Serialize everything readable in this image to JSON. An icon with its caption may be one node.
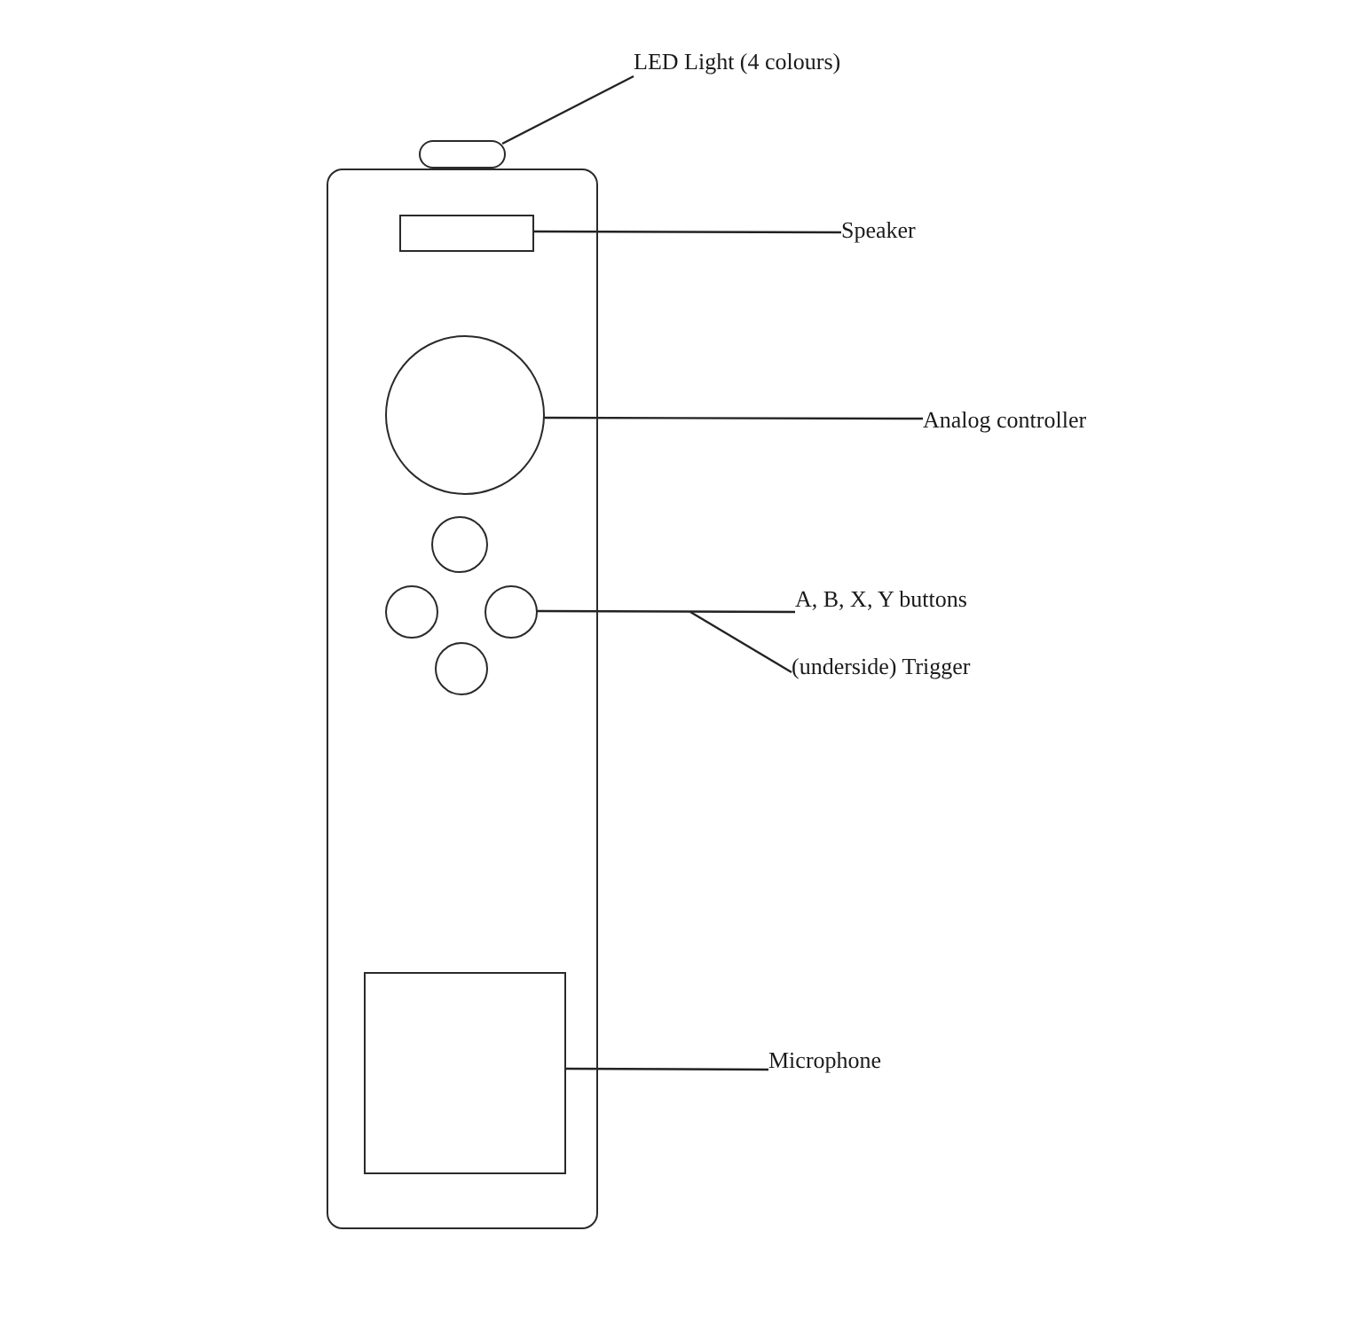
{
  "diagram": {
    "nodes": [
      {
        "text": [
          "LED Light (4 colours)"
        ]
      },
      {
        "text": [],
        "shape": "oval"
      },
      {
        "text": [],
        "shape": "box"
      },
      {
        "text": [],
        "shape": "box",
        "in": 2
      },
      {
        "text": [
          "Speaker"
        ]
      },
      {
        "text": [],
        "shape": "circle",
        "in": 2
      },
      {
        "text": [
          "Analog controller"
        ]
      },
      {
        "text": [],
        "shape": "circle",
        "in": 2
      },
      {
        "text": [],
        "shape": "circle",
        "in": 2
      },
      {
        "text": [],
        "shape": "circle",
        "in": 2
      },
      {
        "text": [
          "A, B, X, Y buttons"
        ]
      },
      {
        "text": [
          "(underside) Trigger"
        ]
      },
      {
        "text": [],
        "shape": "circle",
        "in": 2
      },
      {
        "text": [],
        "shape": "box",
        "in": 2
      },
      {
        "text": [
          "Microphone"
        ]
      }
    ],
    "edges": [
      {
        "from": 0,
        "to": 1,
        "arrow": "none"
      },
      {
        "from": 4,
        "to": 3,
        "arrow": "none"
      },
      {
        "from": 6,
        "to": 5,
        "arrow": "none"
      },
      {
        "from": 10,
        "to": 9,
        "arrow": "none"
      },
      {
        "from": 11,
        "to": null,
        "arrow": "none"
      },
      {
        "from": 14,
        "to": 13,
        "arrow": "none"
      }
    ]
  }
}
